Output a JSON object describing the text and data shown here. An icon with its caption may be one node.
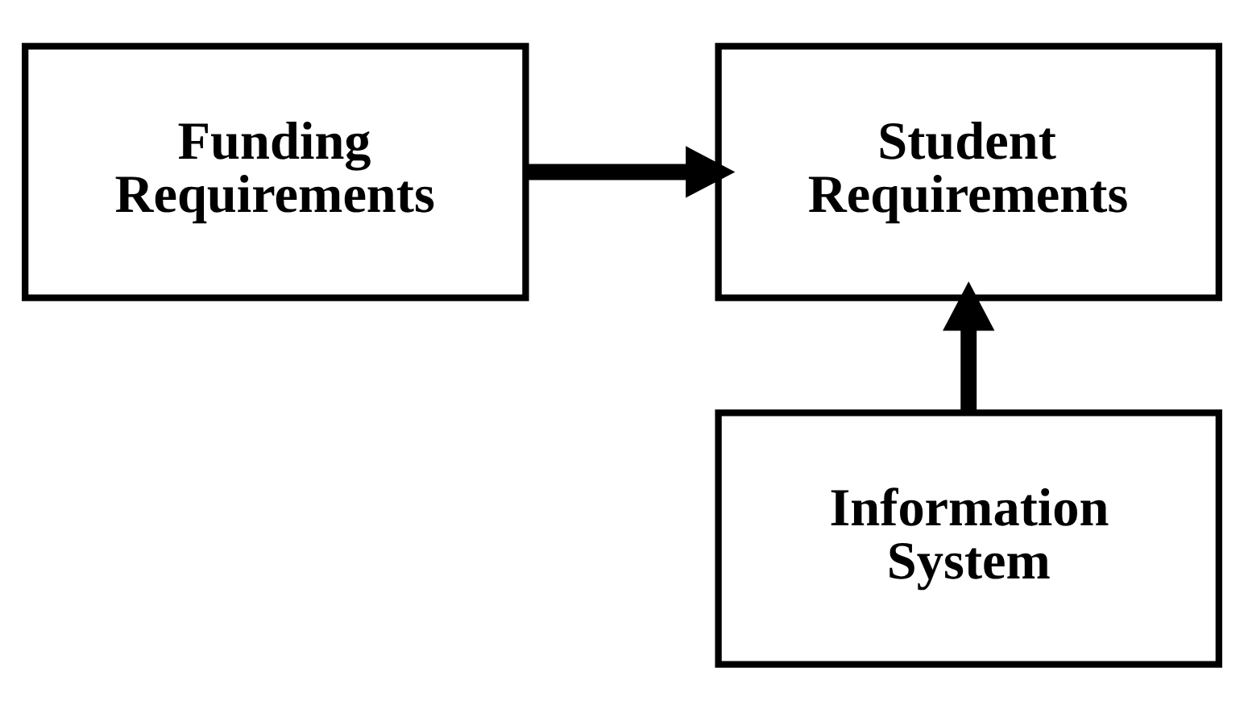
{
  "diagram": {
    "nodes": [
      {
        "text": [
          "Funding Requirements"
        ]
      },
      {
        "text": [
          "Student Requirements"
        ]
      },
      {
        "text": [
          "Information System"
        ]
      }
    ],
    "edges": [
      {
        "from": 0,
        "to": 1,
        "arrow": "to"
      },
      {
        "from": 2,
        "to": 1,
        "arrow": "to"
      }
    ]
  }
}
